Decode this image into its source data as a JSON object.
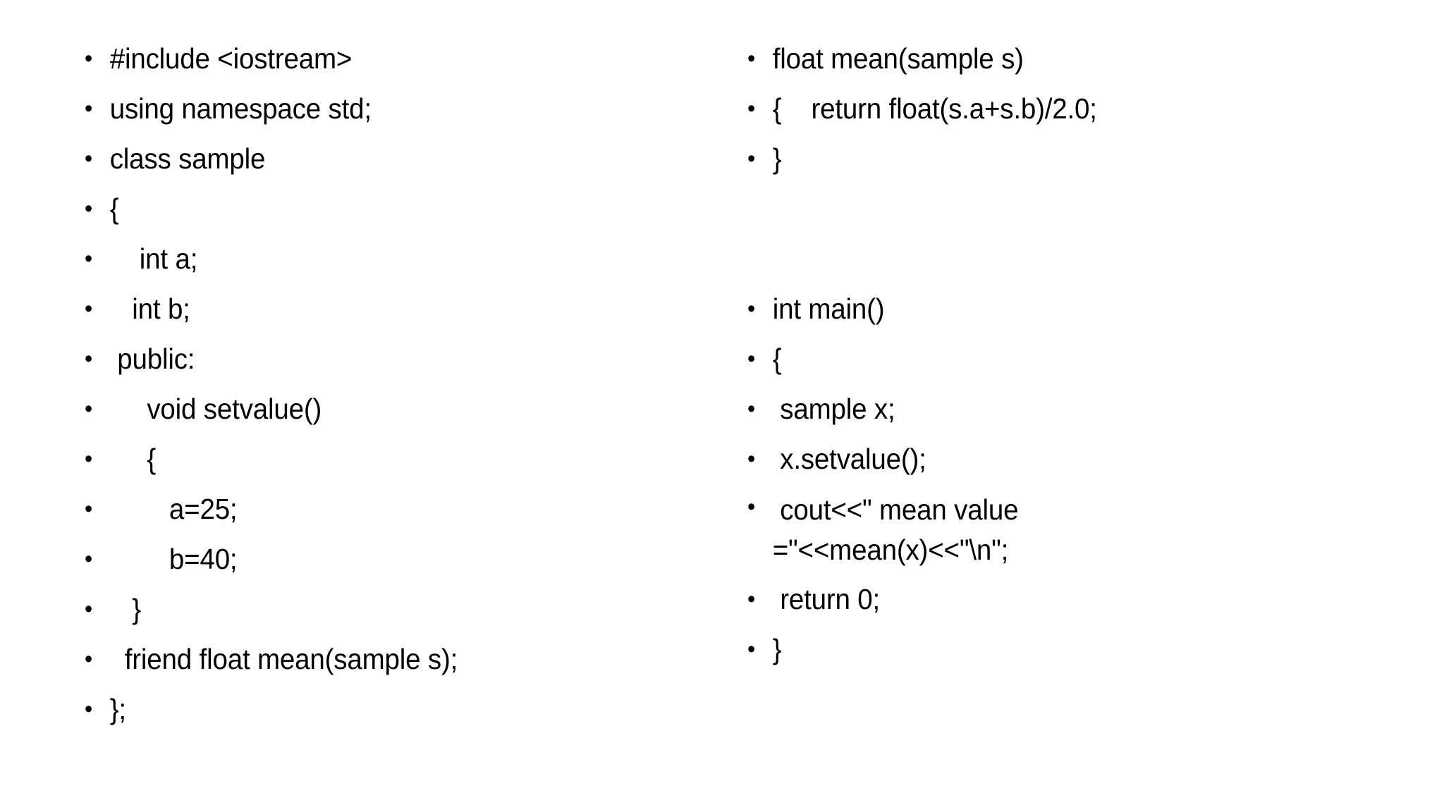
{
  "slide": {
    "background_color": "#ffffff",
    "text_color": "#000000",
    "bullet_glyph": "bullet-dot"
  },
  "left_column": {
    "name": "class-definition-block",
    "lines": [
      "#include <iostream>",
      "using namespace std;",
      "class sample",
      "{",
      "    int a;",
      "   int b;",
      " public:",
      "     void setvalue()",
      "     {",
      "        a=25;",
      "        b=40;",
      "   }",
      "  friend float mean(sample s);",
      "};"
    ]
  },
  "right_column": {
    "name": "friend-function-and-main-block",
    "lines_top": [
      "float mean(sample s)",
      "{    return float(s.a+s.b)/2.0;",
      "}"
    ],
    "blank_lines": 2,
    "lines_bottom": [
      "int main()",
      "{",
      " sample x;",
      " x.setvalue();",
      " return 0;",
      "}"
    ],
    "cout_line": {
      "first": " cout<<\" mean value",
      "second": "=\"<<mean(x)<<\"\\n\";"
    }
  }
}
